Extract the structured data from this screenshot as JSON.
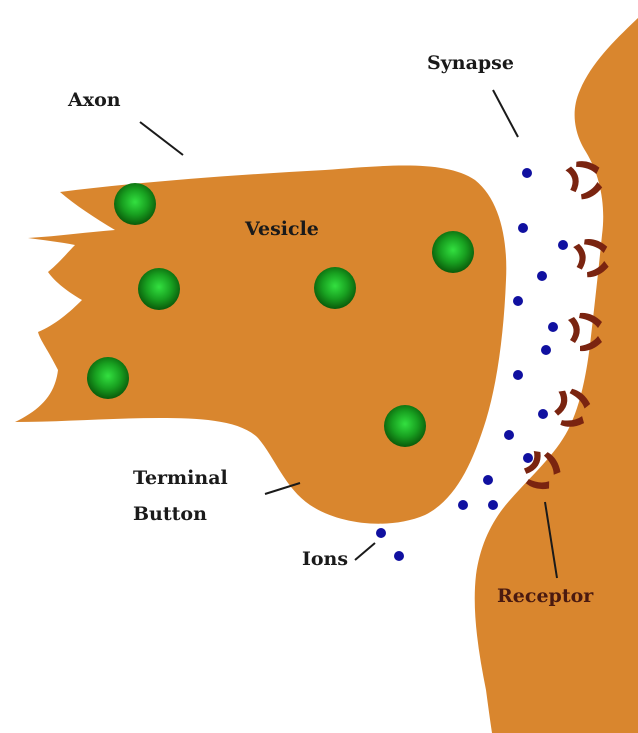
{
  "labels": {
    "axon": "Axon",
    "synapse": "Synapse",
    "vesicle": "Vesicle",
    "terminal_button": [
      "Terminal",
      "Button"
    ],
    "ions": "Ions",
    "receptor": "Receptor"
  },
  "colors": {
    "cell": "#d9862e",
    "vesicle_core": "#33e040",
    "vesicle_edge": "#0a5a0a",
    "ion": "#1010a0",
    "receptor": "#7a2410",
    "text": "#1a1a1a"
  }
}
